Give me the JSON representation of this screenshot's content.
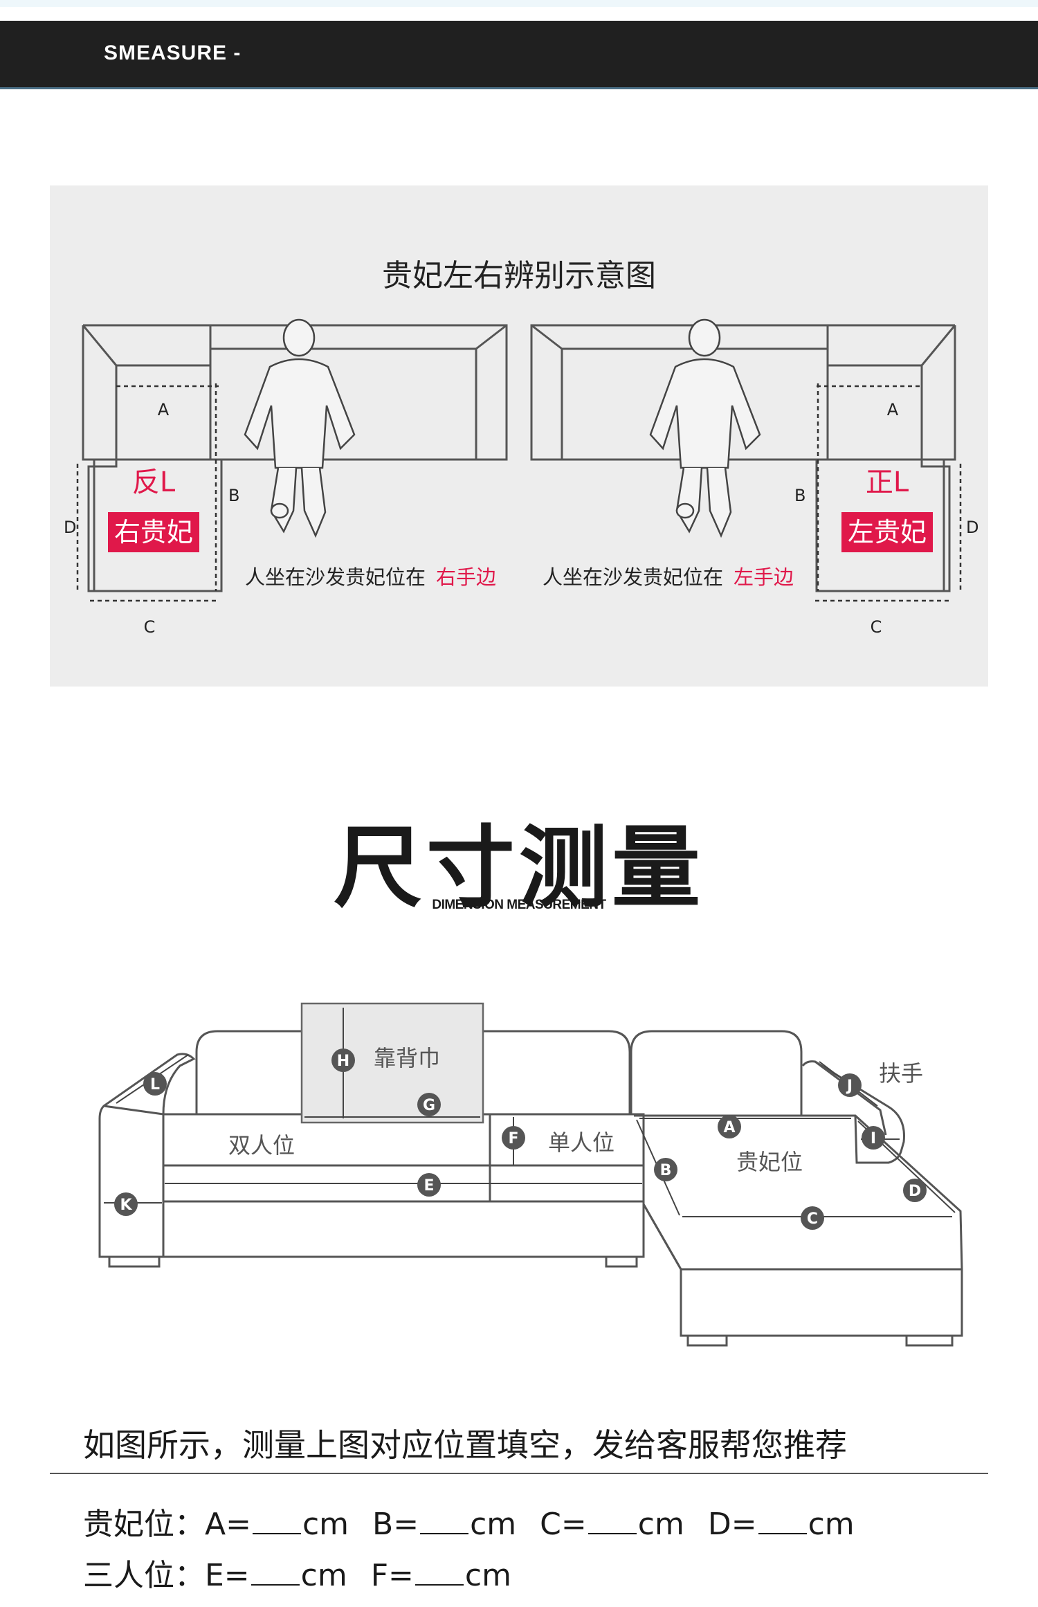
{
  "header": {
    "title": "SMEASURE -"
  },
  "chaise_guide": {
    "title": "贵妃左右辨别示意图",
    "left": {
      "type": "反L",
      "side": "右贵妃",
      "caption_prefix": "人坐在沙发贵妃位在",
      "caption_highlight": "右手边",
      "labels": {
        "a": "A",
        "b": "B",
        "c": "C",
        "d": "D"
      }
    },
    "right": {
      "type": "正L",
      "side": "左贵妃",
      "caption_prefix": "人坐在沙发贵妃位在",
      "caption_highlight": "左手边",
      "labels": {
        "a": "A",
        "b": "B",
        "c": "C",
        "d": "D"
      }
    }
  },
  "measure": {
    "title": "尺寸测量",
    "subtitle": "DIMENSION MEASUREMENT",
    "labels": {
      "backrest_towel": "靠背巾",
      "loveseat": "双人位",
      "single": "单人位",
      "chaise": "贵妃位",
      "armrest": "扶手"
    },
    "markers": {
      "a": "A",
      "b": "B",
      "c": "C",
      "d": "D",
      "e": "E",
      "f": "F",
      "g": "G",
      "h": "H",
      "i": "I",
      "j": "J",
      "k": "K",
      "l": "L"
    }
  },
  "note": "如图所示，测量上图对应位置填空，发给客服帮您推荐",
  "form": {
    "row1": {
      "label": "贵妃位：",
      "a": "A=",
      "b": "B=",
      "c": "C=",
      "d": "D=",
      "unit": "cm"
    },
    "row2": {
      "label": "三人位：",
      "e": "E=",
      "f": "F=",
      "unit": "cm"
    }
  },
  "colors": {
    "accent": "#e0184a",
    "header_bg": "#202020",
    "panel_bg": "#ededed"
  }
}
